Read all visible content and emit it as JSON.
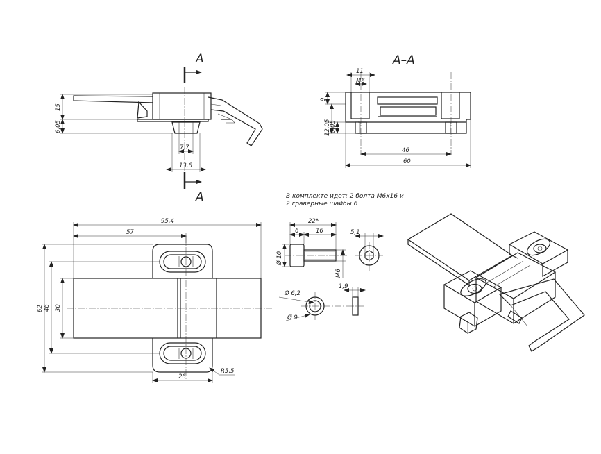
{
  "sections": {
    "marker": "A",
    "section_title": "A–A"
  },
  "side_view": {
    "dims": [
      "15",
      "6,05",
      "7,7",
      "13,6"
    ]
  },
  "section_view": {
    "dims": [
      "11",
      "M6",
      "9",
      "12,05",
      "6,05",
      "46",
      "60"
    ]
  },
  "plan_view": {
    "dims": [
      "95,4",
      "57",
      "62",
      "46",
      "30",
      "26",
      "R5,5"
    ]
  },
  "kit_note": {
    "line1": "В комплекте идет: 2 болта М6х16 и",
    "line2": "2 граверные шайбы 6"
  },
  "bolt": {
    "dims": [
      "22*",
      "6",
      "16",
      "5,1",
      "Ø 10",
      "М6"
    ]
  },
  "washer": {
    "dims": [
      "Ø 6,2",
      "Ø 9",
      "1,9"
    ]
  },
  "colors": {
    "line": "#222222",
    "paper": "#ffffff"
  }
}
